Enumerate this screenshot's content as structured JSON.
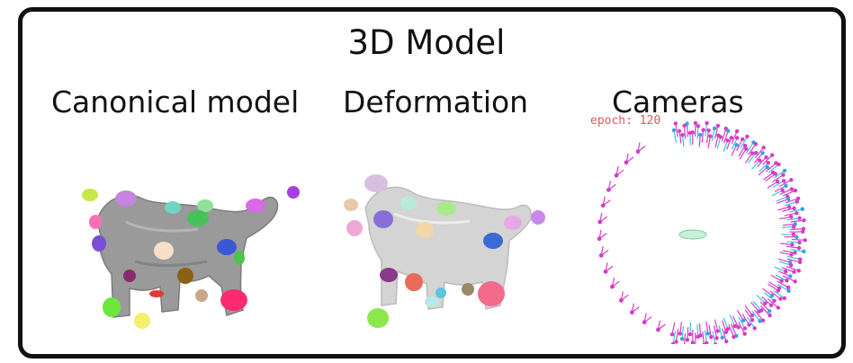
{
  "title": "3D Model",
  "panels": [
    {
      "label": "Canonical model"
    },
    {
      "label": "Deformation"
    },
    {
      "label": "Cameras",
      "epoch_text": "epoch: 120"
    }
  ],
  "colors": {
    "frame": "#111111",
    "mesh": "#9a9a9a",
    "mesh_light": "#d4d4d4",
    "epoch_text": "#e05a5a",
    "camera_pink": "#d63cc8",
    "camera_blue": "#35c8d6"
  }
}
